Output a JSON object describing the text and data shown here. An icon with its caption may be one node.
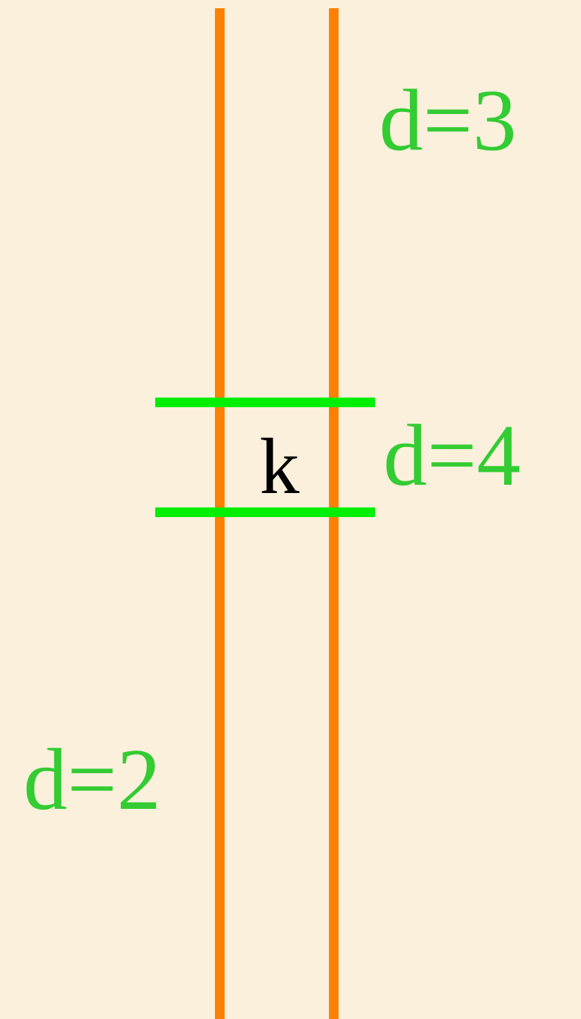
{
  "diagram": {
    "labels": [
      "d=3",
      "k",
      "d=4",
      "d=2"
    ]
  }
}
